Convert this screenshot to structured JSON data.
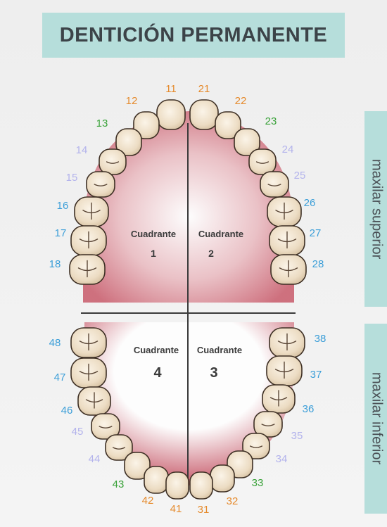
{
  "title": "DENTICIÓN PERMANENTE",
  "side_labels": {
    "upper": "maxilar superior",
    "lower": "maxilar inferior"
  },
  "quadrants": [
    {
      "word": "Cuadrante",
      "number": "1"
    },
    {
      "word": "Cuadrante",
      "number": "2"
    },
    {
      "word": "Cuadrante",
      "number": "4"
    },
    {
      "word": "Cuadrante",
      "number": "3"
    }
  ],
  "colors": {
    "title_bg": "#b6dedb",
    "incisor": "#e58a2c",
    "canine": "#3aa23a",
    "premolar": "#b3b3ec",
    "molar": "#3b9ed8",
    "gum": "#c85a6a"
  },
  "teeth": [
    {
      "number": "11",
      "type": "incisor"
    },
    {
      "number": "12",
      "type": "incisor"
    },
    {
      "number": "13",
      "type": "canine"
    },
    {
      "number": "14",
      "type": "premolar"
    },
    {
      "number": "15",
      "type": "premolar"
    },
    {
      "number": "16",
      "type": "molar"
    },
    {
      "number": "17",
      "type": "molar"
    },
    {
      "number": "18",
      "type": "molar"
    },
    {
      "number": "21",
      "type": "incisor"
    },
    {
      "number": "22",
      "type": "incisor"
    },
    {
      "number": "23",
      "type": "canine"
    },
    {
      "number": "24",
      "type": "premolar"
    },
    {
      "number": "25",
      "type": "premolar"
    },
    {
      "number": "26",
      "type": "molar"
    },
    {
      "number": "27",
      "type": "molar"
    },
    {
      "number": "28",
      "type": "molar"
    },
    {
      "number": "48",
      "type": "molar"
    },
    {
      "number": "47",
      "type": "molar"
    },
    {
      "number": "46",
      "type": "molar"
    },
    {
      "number": "45",
      "type": "premolar"
    },
    {
      "number": "44",
      "type": "premolar"
    },
    {
      "number": "43",
      "type": "canine"
    },
    {
      "number": "42",
      "type": "incisor"
    },
    {
      "number": "41",
      "type": "incisor"
    },
    {
      "number": "38",
      "type": "molar"
    },
    {
      "number": "37",
      "type": "molar"
    },
    {
      "number": "36",
      "type": "molar"
    },
    {
      "number": "35",
      "type": "premolar"
    },
    {
      "number": "34",
      "type": "premolar"
    },
    {
      "number": "33",
      "type": "canine"
    },
    {
      "number": "32",
      "type": "incisor"
    },
    {
      "number": "31",
      "type": "incisor"
    }
  ]
}
